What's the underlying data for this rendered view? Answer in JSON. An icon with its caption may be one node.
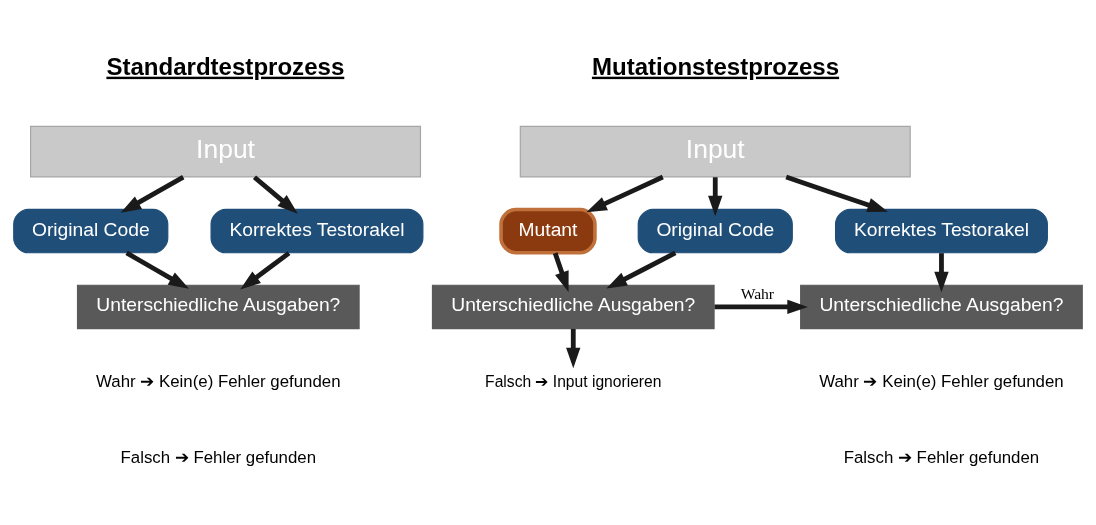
{
  "diagram": {
    "nodes": [
      {
        "text": [
          "Input"
        ]
      },
      {
        "text": [
          "Original Code"
        ]
      },
      {
        "text": [
          "Korrektes Testorakel"
        ]
      },
      {
        "text": [
          "Unterschiedliche Ausgaben?"
        ]
      },
      {
        "text": [
          "Input"
        ]
      },
      {
        "text": [
          "Mutant"
        ]
      },
      {
        "text": [
          "Original Code"
        ]
      },
      {
        "text": [
          "Korrektes Testorakel"
        ]
      },
      {
        "text": [
          "Unterschiedliche Ausgaben?"
        ]
      },
      {
        "text": [
          "Unterschiedliche Ausgaben?"
        ]
      },
      {
        "text": [
          "Falsch ➔ Input ignorieren"
        ]
      }
    ],
    "edges": [
      {
        "from": 0,
        "to": 1,
        "arrow": "to"
      },
      {
        "from": 0,
        "to": 2,
        "arrow": "to"
      },
      {
        "from": 1,
        "to": 3,
        "arrow": "to"
      },
      {
        "from": 2,
        "to": 3,
        "arrow": "to"
      },
      {
        "from": 4,
        "to": 5,
        "arrow": "to"
      },
      {
        "from": 4,
        "to": 6,
        "arrow": "to"
      },
      {
        "from": 4,
        "to": 7,
        "arrow": "to"
      },
      {
        "from": 5,
        "to": 8,
        "arrow": "to"
      },
      {
        "from": 6,
        "to": 8,
        "arrow": "to"
      },
      {
        "from": 7,
        "to": 9,
        "arrow": "to"
      },
      {
        "from": 8,
        "to": 9,
        "arrow": "to",
        "label": "Wahr"
      },
      {
        "from": 8,
        "to": 10,
        "arrow": "to"
      }
    ],
    "labels": [
      "Standardtestprozess",
      "Mutationstestprozess",
      "Wahr ➔ Kein(e) Fehler gefunden",
      "Falsch ➔ Fehler gefunden",
      "Wahr ➔ Kein(e) Fehler gefunden",
      "Falsch ➔ Fehler gefunden"
    ]
  }
}
